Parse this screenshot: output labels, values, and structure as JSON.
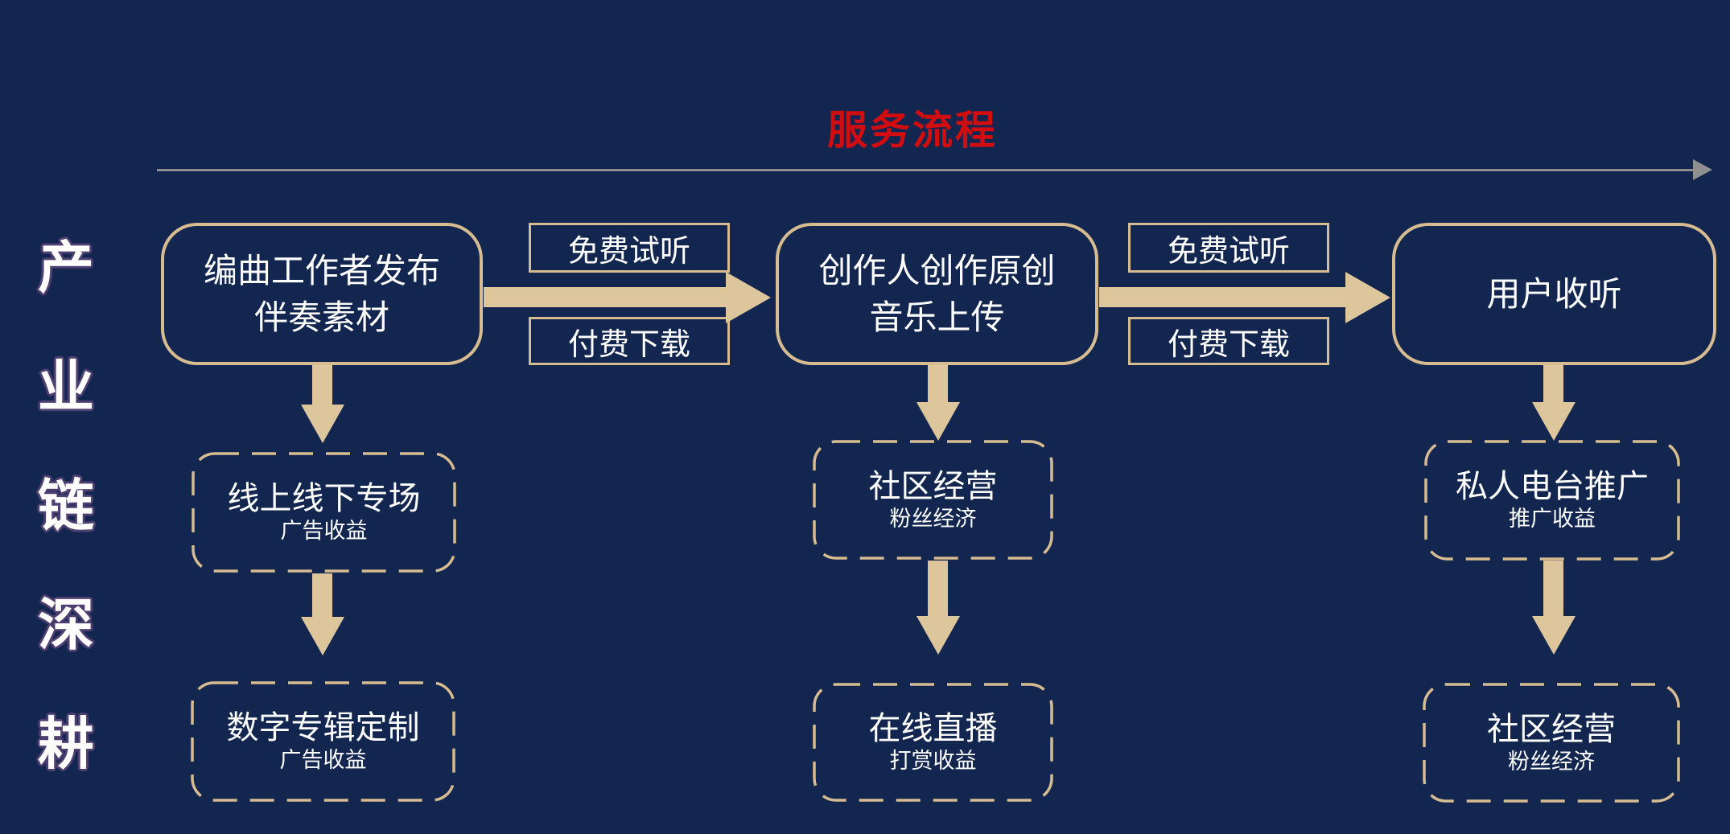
{
  "title": "服务流程",
  "side_label": {
    "text": "产业链深耕",
    "chars": [
      "产",
      "业",
      "链",
      "深",
      "耕"
    ]
  },
  "colors": {
    "background": "#12264f",
    "accent_tan": "#d6bc90",
    "arrow_tan": "#ddc69c",
    "title_red": "#d20d10",
    "line_gray": "#8f8f8f",
    "text_white": "#ffffff"
  },
  "flow": {
    "top_nodes": [
      {
        "line1": "编曲工作者发布",
        "line2": "伴奏素材"
      },
      {
        "line1": "创作人创作原创",
        "line2": "音乐上传"
      },
      {
        "line1": "用户收听",
        "line2": ""
      }
    ],
    "edges": [
      {
        "free_label": "免费试听",
        "paid_label": "付费下载"
      },
      {
        "free_label": "免费试听",
        "paid_label": "付费下载"
      }
    ],
    "sub_nodes": [
      [
        {
          "title": "线上线下专场",
          "subtitle": "广告收益"
        },
        {
          "title": "数字专辑定制",
          "subtitle": "广告收益"
        }
      ],
      [
        {
          "title": "社区经营",
          "subtitle": "粉丝经济"
        },
        {
          "title": "在线直播",
          "subtitle": "打赏收益"
        }
      ],
      [
        {
          "title": "私人电台推广",
          "subtitle": "推广收益"
        },
        {
          "title": "社区经营",
          "subtitle": "粉丝经济"
        }
      ]
    ]
  }
}
